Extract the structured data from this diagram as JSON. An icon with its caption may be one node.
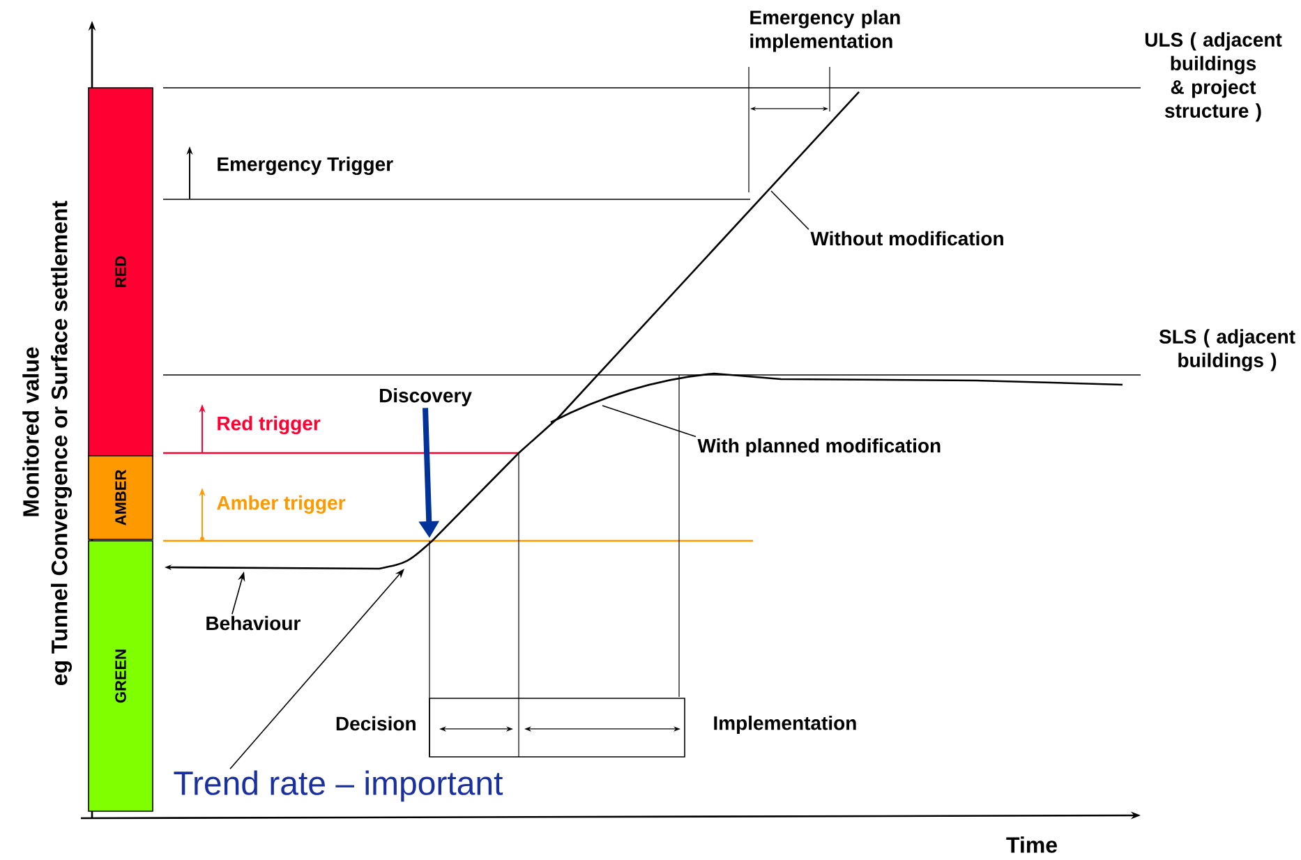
{
  "diagram": {
    "nodes": [
      {
        "text": [
          "RED"
        ]
      },
      {
        "text": [
          "AMBER"
        ]
      },
      {
        "text": [
          "GREEN"
        ]
      },
      {
        "text": [
          "Discovery"
        ]
      },
      {
        "text": [
          "Without modification"
        ]
      },
      {
        "text": [
          "With planned modification"
        ]
      },
      {
        "text": [
          "Behaviour"
        ]
      },
      {
        "text": [
          "Trend rate – important"
        ]
      }
    ],
    "edges": [
      {
        "from": 3,
        "to": null,
        "arrow": "to",
        "style": "thick",
        "color": "#003399"
      },
      {
        "from": 4,
        "to": null,
        "arrow": "none"
      },
      {
        "from": 5,
        "to": null,
        "arrow": "none"
      },
      {
        "from": 6,
        "to": null,
        "arrow": "to"
      },
      {
        "from": 7,
        "to": null,
        "arrow": "to"
      }
    ],
    "labels": [
      "Emergency plan implementation",
      "ULS ( adjacent buildings & project structure )",
      "Emergency Trigger",
      "SLS ( adjacent buildings )",
      "Red trigger",
      "Amber trigger",
      "Decision",
      "Implementation",
      "Time",
      "Monitored value",
      "eg Tunnel Convergence or Surface settlement"
    ]
  }
}
